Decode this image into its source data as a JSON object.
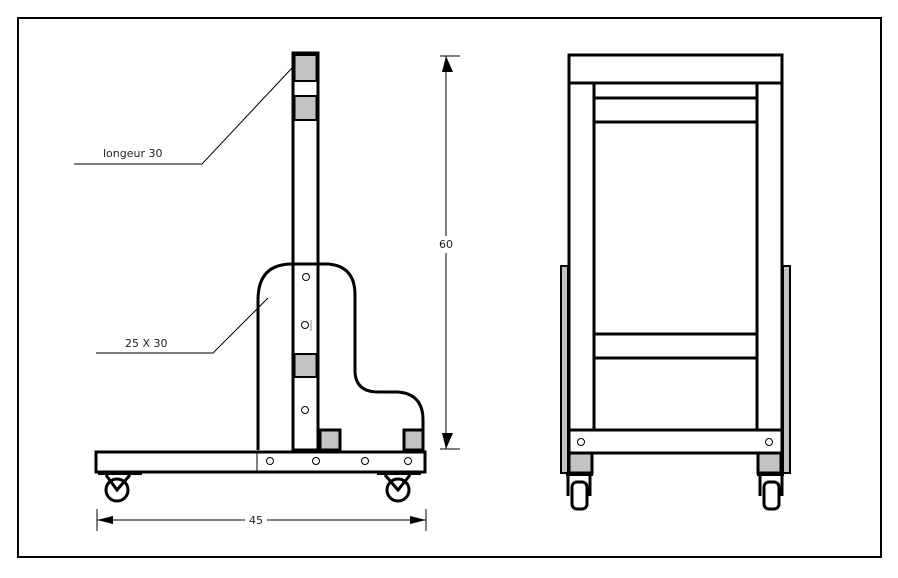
{
  "drawing": {
    "side_view": {
      "label_post": "longeur 30",
      "label_panel": "25 X 30",
      "dim_height": "60",
      "dim_width": "45"
    },
    "front_view": {}
  },
  "colors": {
    "line": "#000000",
    "fill_gray": "#c3c3c3",
    "background": "#ffffff"
  }
}
